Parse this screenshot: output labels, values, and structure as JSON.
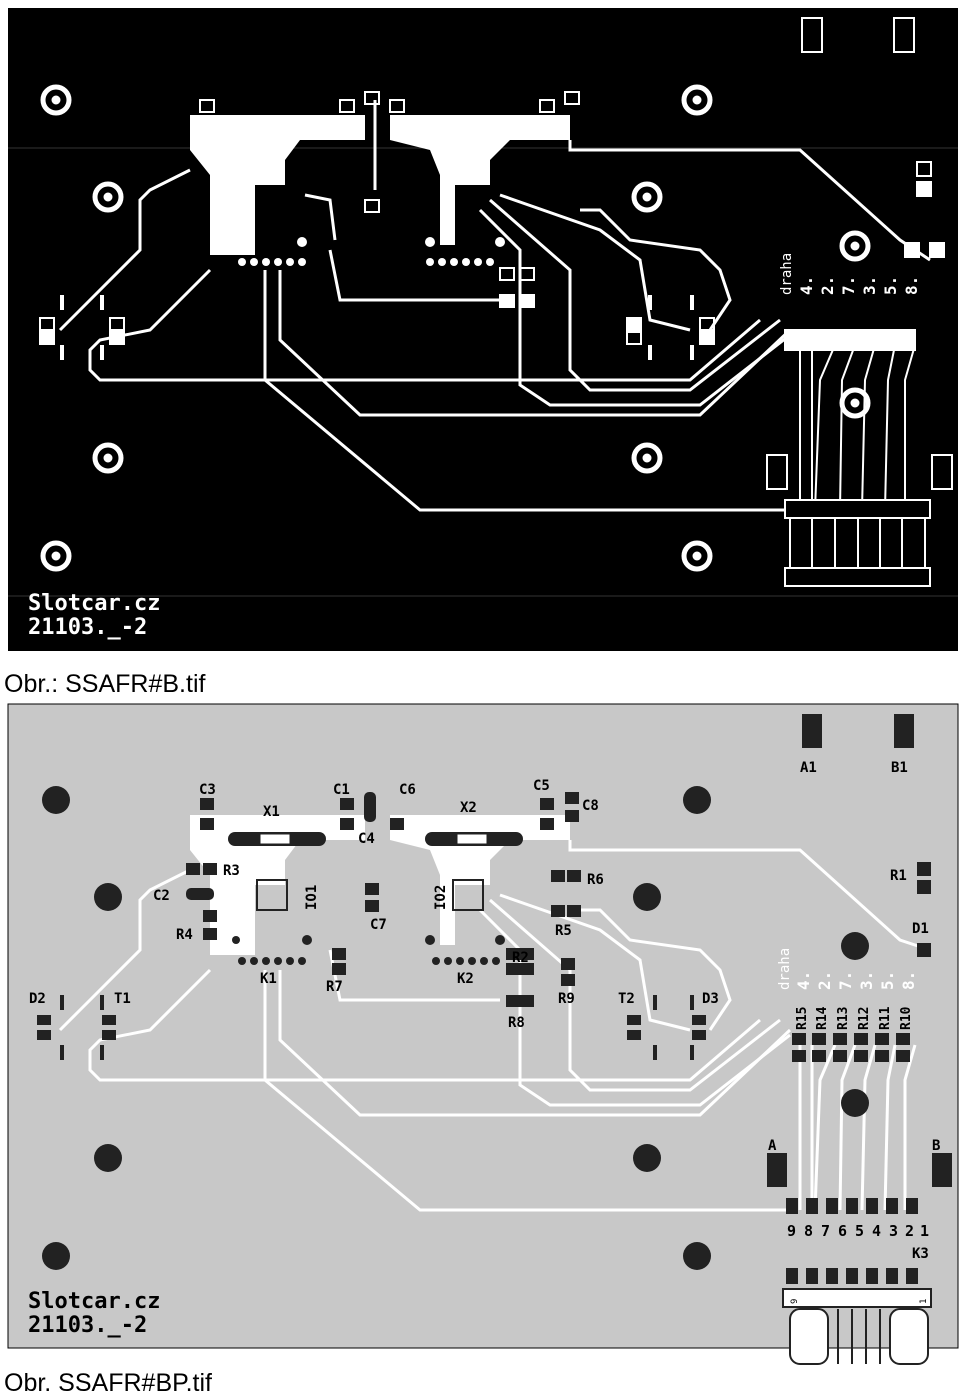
{
  "colors": {
    "board_dark": "#000000",
    "board_light": "#c8c8c8",
    "copper_on_dark": "#ffffff",
    "copper_on_light": "#ffffff",
    "pad_dark": "#1a1a1a"
  },
  "top_view": {
    "caption": "Obr.: SSAFR#B.tif",
    "brand": "Slotcar.cz",
    "code": "21103._-2",
    "track_label": "draha",
    "lane_labels": [
      "4.",
      "2.",
      "7.",
      "3.",
      "5.",
      "8."
    ]
  },
  "bottom_view": {
    "caption": "Obr. SSAFR#BP.tif",
    "brand": "Slotcar.cz",
    "code": "21103._-2",
    "track_label": "draha",
    "lane_labels": [
      "4.",
      "2.",
      "7.",
      "3.",
      "5.",
      "8."
    ],
    "components": {
      "A1": "A1",
      "B1": "B1",
      "C3": "C3",
      "C1": "C1",
      "C6": "C6",
      "C5": "C5",
      "C8": "C8",
      "X1": "X1",
      "X2": "X2",
      "C4": "C4",
      "R3": "R3",
      "R6": "R6",
      "R1": "R1",
      "C2": "C2",
      "IO1": "IO1",
      "IO2": "IO2",
      "C7": "C7",
      "R4": "R4",
      "R5": "R5",
      "D1": "D1",
      "K1": "K1",
      "K2": "K2",
      "R2": "R2",
      "R7": "R7",
      "D2": "D2",
      "T1": "T1",
      "R9": "R9",
      "T2": "T2",
      "D3": "D3",
      "R8": "R8",
      "A": "A",
      "B": "B",
      "K3": "K3",
      "R15": "R15",
      "R14": "R14",
      "R13": "R13",
      "R12": "R12",
      "R11": "R11",
      "R10": "R10"
    },
    "connector_pins": [
      "9",
      "8",
      "7",
      "6",
      "5",
      "4",
      "3",
      "2",
      "1"
    ],
    "connector_end_labels": [
      "9",
      "1"
    ]
  }
}
